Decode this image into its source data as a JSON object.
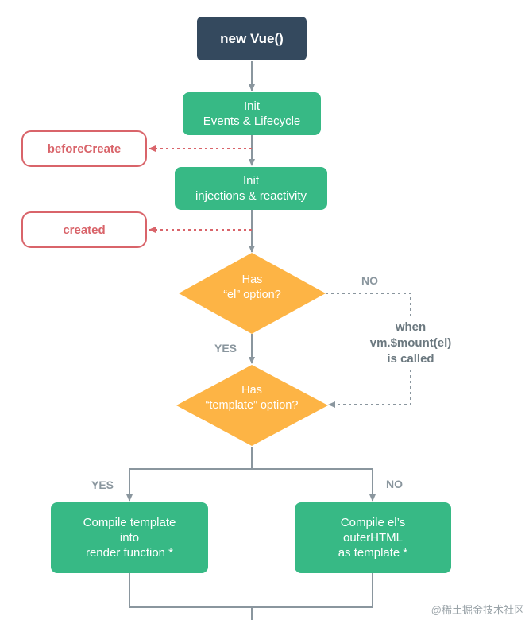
{
  "start": {
    "label": "new Vue()"
  },
  "steps": {
    "init_events": [
      "Init",
      "Events & Lifecycle"
    ],
    "init_injections": [
      "Init",
      "injections & reactivity"
    ]
  },
  "hooks": {
    "before_create": "beforeCreate",
    "created": "created"
  },
  "decisions": {
    "el_option": [
      "Has",
      "“el” option?"
    ],
    "template_option": [
      "Has",
      "“template” option?"
    ]
  },
  "branch_labels": {
    "el_no": "NO",
    "el_yes": "YES",
    "template_yes": "YES",
    "template_no": "NO"
  },
  "mount_note": [
    "when",
    "vm.$mount(el)",
    "is called"
  ],
  "outcomes": {
    "compile_template": [
      "Compile template",
      "into",
      "render function *"
    ],
    "compile_el": [
      "Compile el’s",
      "outerHTML",
      "as template *"
    ]
  },
  "watermark": "@稀土掘金技术社区",
  "colors": {
    "dark_box": "#34495e",
    "green_box": "#37b985",
    "decision": "#fdb445",
    "hook": "#d9646a",
    "line": "#8a969e"
  }
}
